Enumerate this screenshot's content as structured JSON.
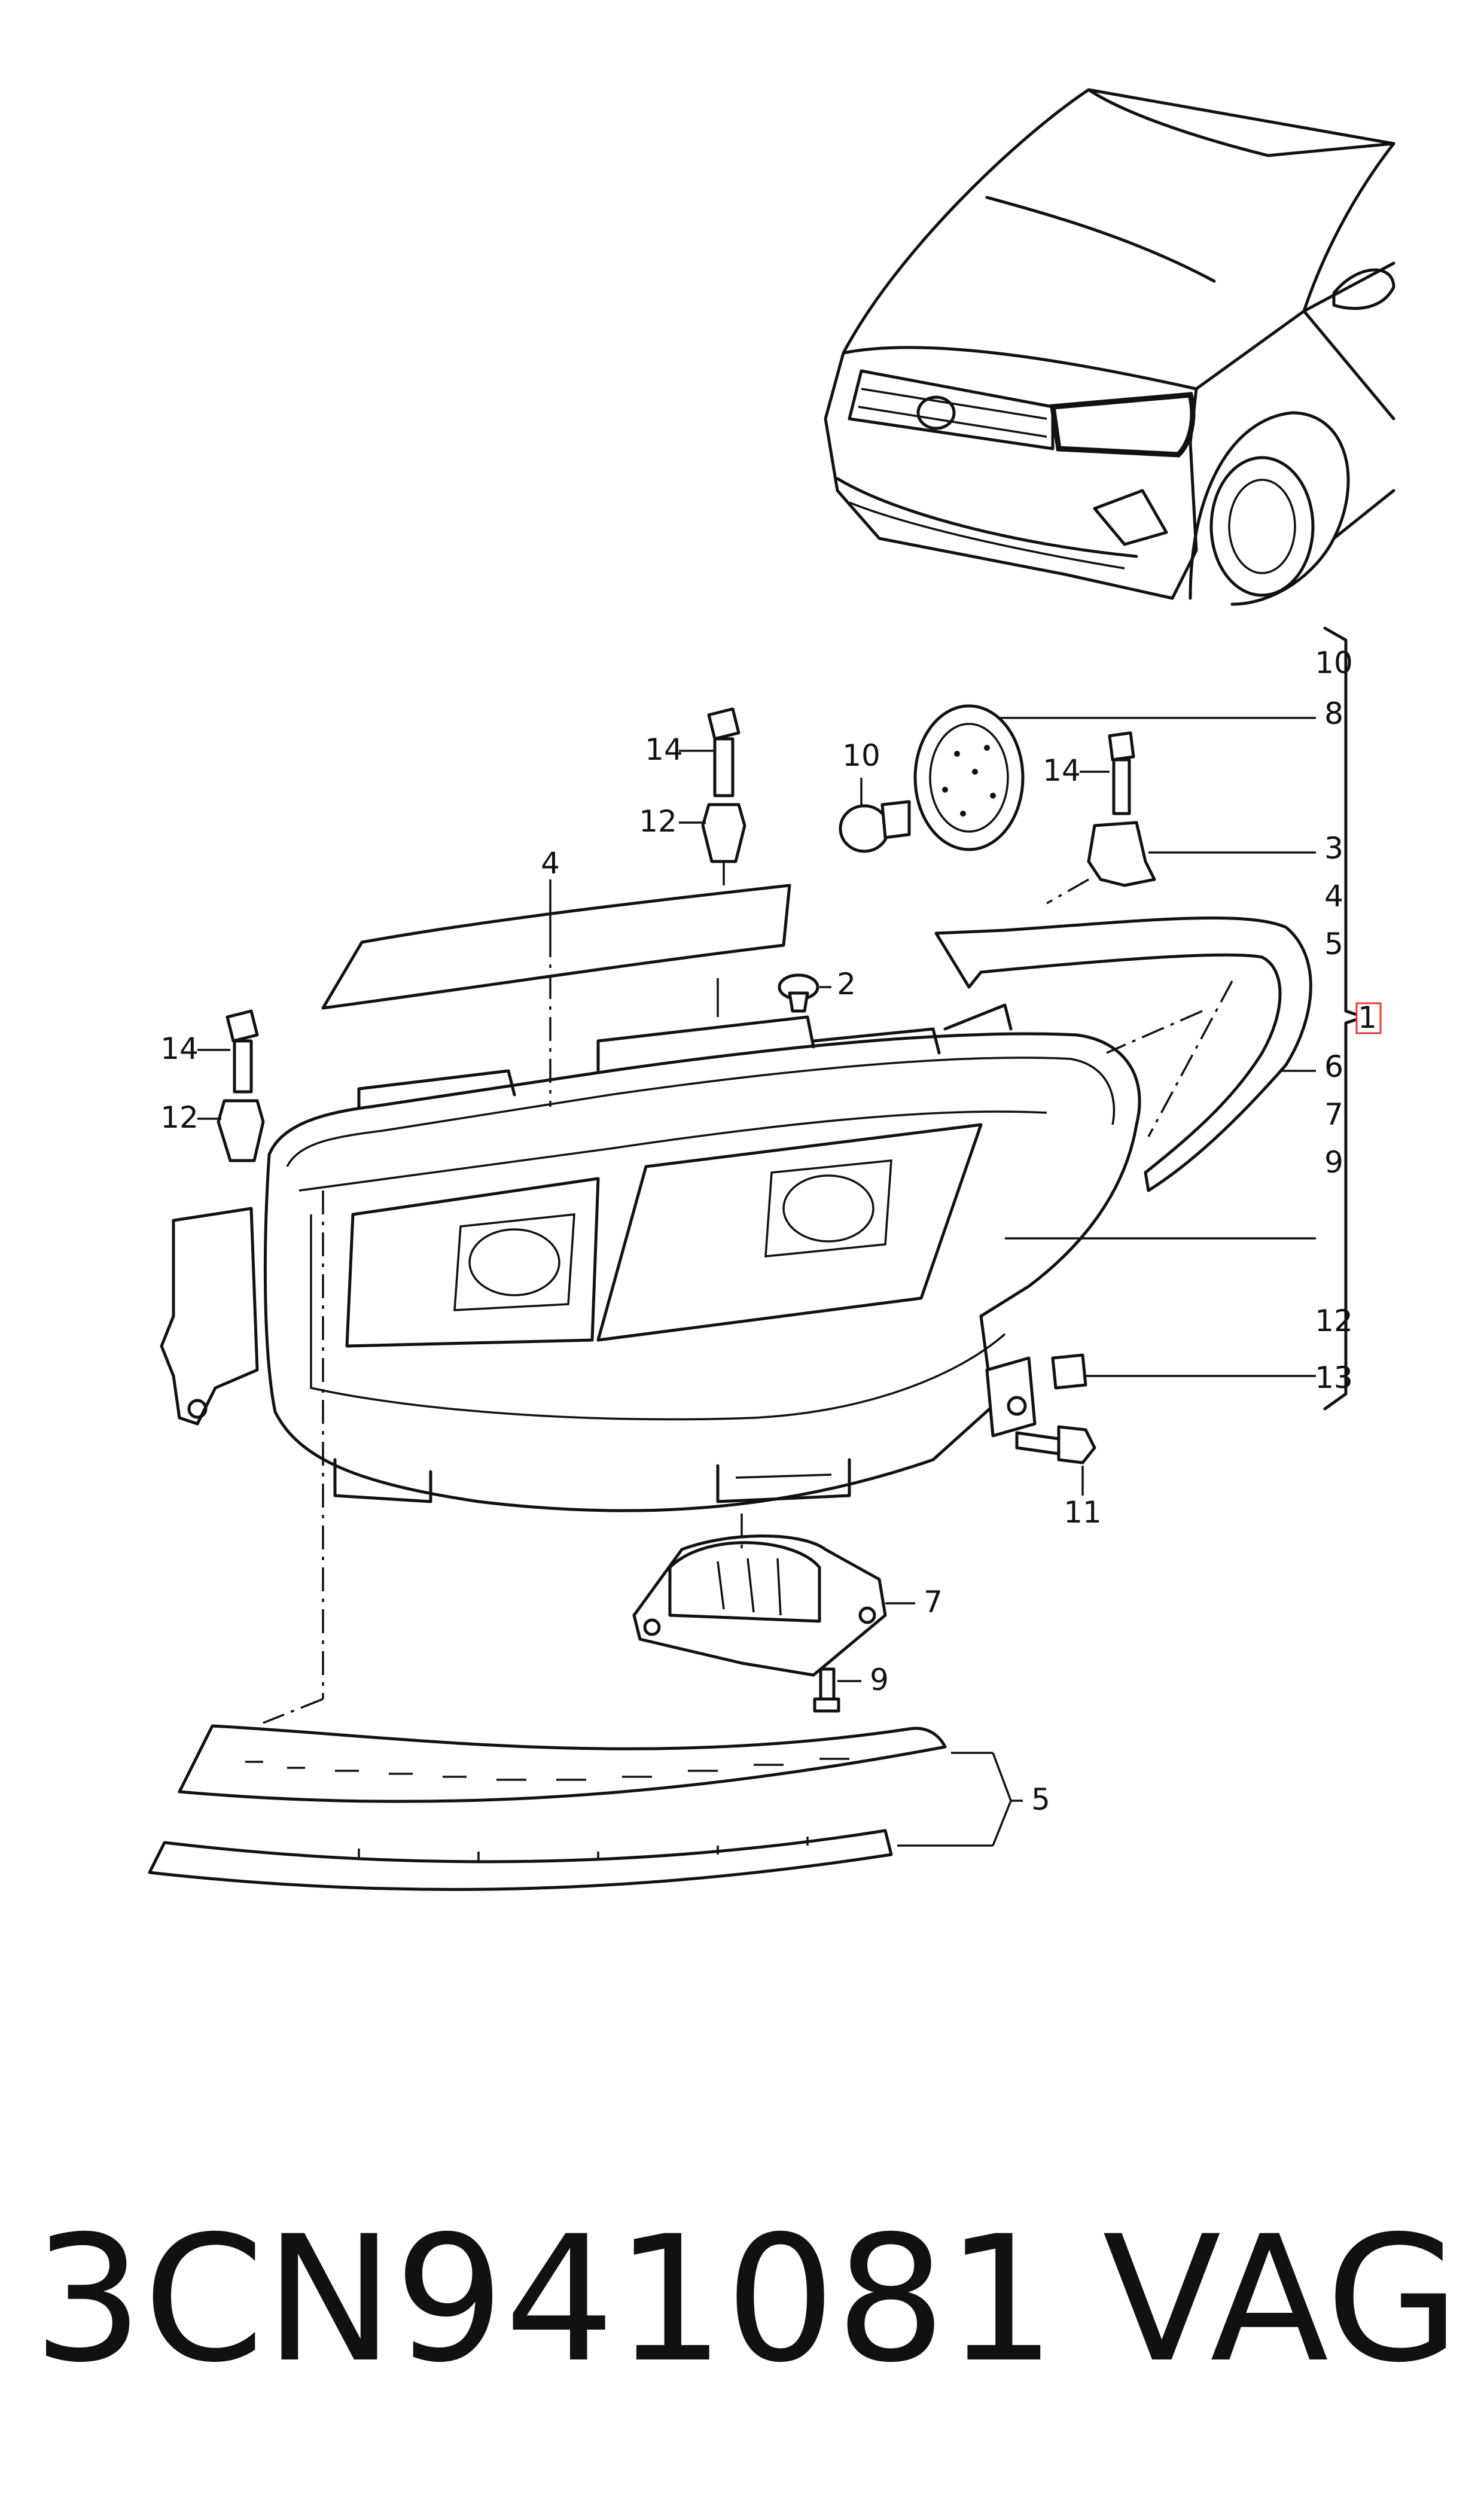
{
  "callouts": {
    "c1": "1",
    "c2": "2",
    "c3": "3",
    "c4": "4",
    "c5_bottom": "5",
    "c7": "7",
    "c9": "9",
    "c11": "11",
    "c13": "13",
    "c14_top": "14",
    "c14_right": "14",
    "c14_left": "14",
    "c12_top": "12",
    "c12_left": "12",
    "c10_left": "10",
    "c8": "8",
    "c6": "6"
  },
  "assembly_list": [
    "10",
    "8",
    "3",
    "4",
    "5",
    "6",
    "7",
    "9",
    "12",
    "13"
  ],
  "footer": {
    "part_number": "3CN941081",
    "brand": "VAG"
  },
  "colors": {
    "ink": "#111111",
    "highlight": "#e53935",
    "background": "#ffffff"
  }
}
